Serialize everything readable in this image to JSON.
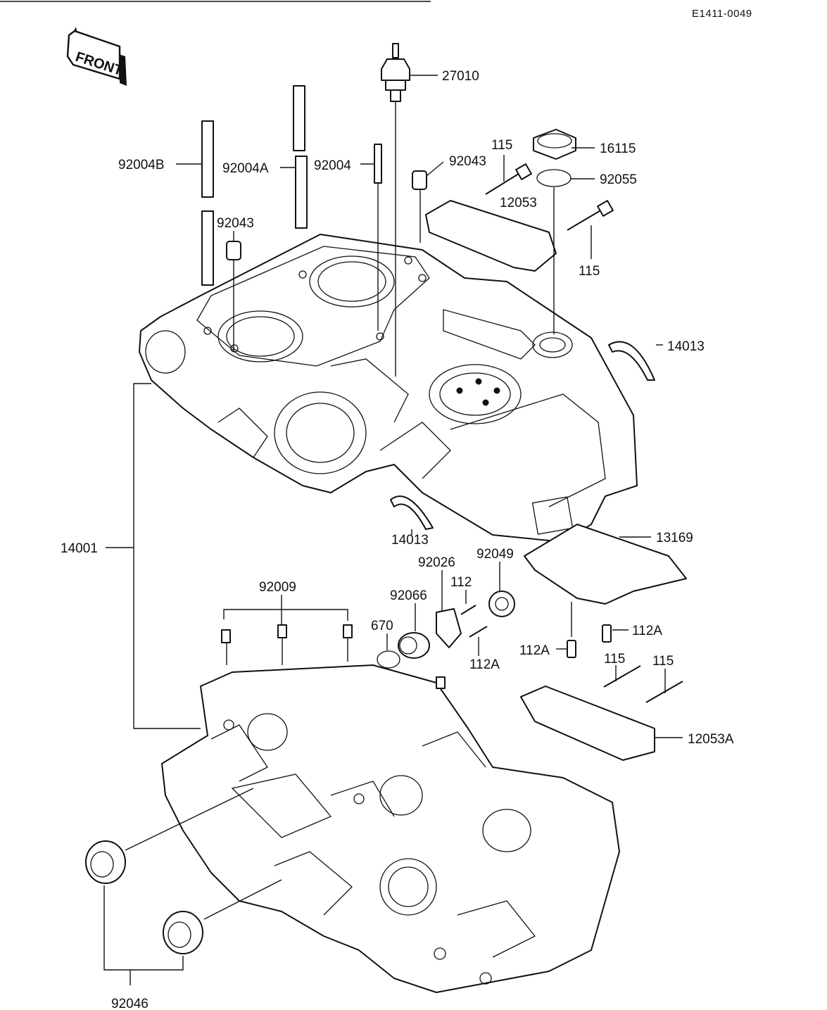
{
  "drawing_code": "E1411-0049",
  "front_label": "FRONT",
  "parts": {
    "p27010": "27010",
    "p16115": "16115",
    "p115_a": "115",
    "p92055": "92055",
    "p92043_a": "92043",
    "p12053": "12053",
    "p115_b": "115",
    "p92004": "92004",
    "p92004A": "92004A",
    "p92004B": "92004B",
    "p92043_b": "92043",
    "p14013_a": "14013",
    "p14013_b": "14013",
    "p14001": "14001",
    "p13169": "13169",
    "p92026": "92026",
    "p92049": "92049",
    "p112": "112",
    "p92066": "92066",
    "p92009": "92009",
    "p670": "670",
    "p112A_a": "112A",
    "p112A_b": "112A",
    "p112A_c": "112A",
    "p115_c": "115",
    "p115_d": "115",
    "p12053A": "12053A",
    "p92046": "92046"
  }
}
